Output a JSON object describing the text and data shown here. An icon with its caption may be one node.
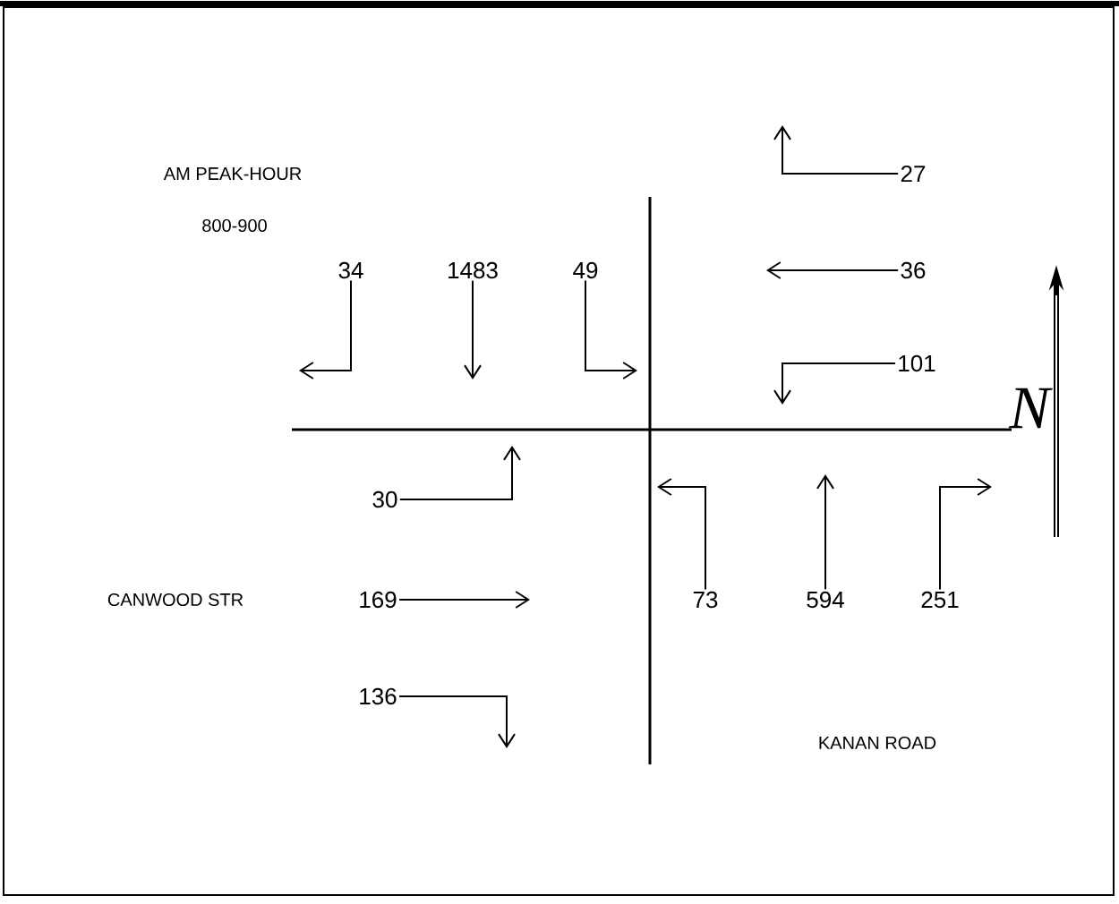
{
  "diagram": {
    "nodes": [
      {
        "text": [
          "34"
        ]
      },
      {
        "text": [
          "1483"
        ]
      },
      {
        "text": [
          "49"
        ]
      },
      {
        "text": [
          "27"
        ]
      },
      {
        "text": [
          "36"
        ]
      },
      {
        "text": [
          "101"
        ]
      },
      {
        "text": [
          "30"
        ]
      },
      {
        "text": [
          "169"
        ]
      },
      {
        "text": [
          "136"
        ]
      },
      {
        "text": [
          "73"
        ]
      },
      {
        "text": [
          "594"
        ]
      },
      {
        "text": [
          "251"
        ]
      }
    ],
    "edges": [
      {
        "from": 0,
        "to": null,
        "arrow": "to"
      },
      {
        "from": 1,
        "to": null,
        "arrow": "to"
      },
      {
        "from": 2,
        "to": null,
        "arrow": "to"
      },
      {
        "from": 3,
        "to": null,
        "arrow": "to"
      },
      {
        "from": 4,
        "to": null,
        "arrow": "to"
      },
      {
        "from": 5,
        "to": null,
        "arrow": "to"
      },
      {
        "from": 6,
        "to": null,
        "arrow": "to"
      },
      {
        "from": 7,
        "to": null,
        "arrow": "to"
      },
      {
        "from": 8,
        "to": null,
        "arrow": "to"
      },
      {
        "from": 9,
        "to": null,
        "arrow": "to"
      },
      {
        "from": 10,
        "to": null,
        "arrow": "to"
      },
      {
        "from": 11,
        "to": null,
        "arrow": "to"
      }
    ],
    "labels": [
      "AM PEAK-HOUR",
      "800-900",
      "N",
      "CANWOOD STR",
      "KANAN ROAD"
    ]
  }
}
